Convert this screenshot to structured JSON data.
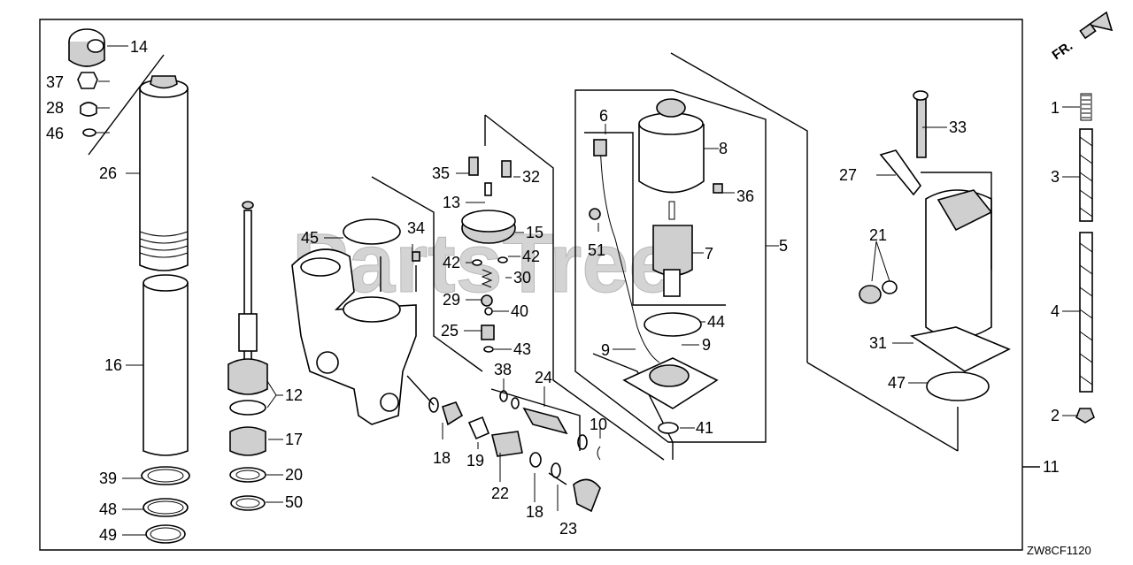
{
  "diagram_code": "ZW8CF1120",
  "direction_label": "FR.",
  "watermark": "PartsTree",
  "callouts": [
    {
      "id": "c14",
      "text": "14"
    },
    {
      "id": "c37",
      "text": "37"
    },
    {
      "id": "c28",
      "text": "28"
    },
    {
      "id": "c46",
      "text": "46"
    },
    {
      "id": "c26",
      "text": "26"
    },
    {
      "id": "c16",
      "text": "16"
    },
    {
      "id": "c39",
      "text": "39"
    },
    {
      "id": "c48",
      "text": "48"
    },
    {
      "id": "c49",
      "text": "49"
    },
    {
      "id": "c12",
      "text": "12"
    },
    {
      "id": "c17",
      "text": "17"
    },
    {
      "id": "c20",
      "text": "20"
    },
    {
      "id": "c50",
      "text": "50"
    },
    {
      "id": "c45",
      "text": "45"
    },
    {
      "id": "c34",
      "text": "34"
    },
    {
      "id": "c35",
      "text": "35"
    },
    {
      "id": "c32",
      "text": "32"
    },
    {
      "id": "c13",
      "text": "13"
    },
    {
      "id": "c15",
      "text": "15"
    },
    {
      "id": "c42a",
      "text": "42"
    },
    {
      "id": "c42b",
      "text": "42"
    },
    {
      "id": "c30",
      "text": "30"
    },
    {
      "id": "c29",
      "text": "29"
    },
    {
      "id": "c40",
      "text": "40"
    },
    {
      "id": "c25",
      "text": "25"
    },
    {
      "id": "c43",
      "text": "43"
    },
    {
      "id": "c38",
      "text": "38"
    },
    {
      "id": "c24",
      "text": "24"
    },
    {
      "id": "c10",
      "text": "10"
    },
    {
      "id": "c18a",
      "text": "18"
    },
    {
      "id": "c19",
      "text": "19"
    },
    {
      "id": "c22",
      "text": "22"
    },
    {
      "id": "c18b",
      "text": "18"
    },
    {
      "id": "c23",
      "text": "23"
    },
    {
      "id": "c6",
      "text": "6"
    },
    {
      "id": "c8",
      "text": "8"
    },
    {
      "id": "c36",
      "text": "36"
    },
    {
      "id": "c51",
      "text": "51"
    },
    {
      "id": "c7",
      "text": "7"
    },
    {
      "id": "c5",
      "text": "5"
    },
    {
      "id": "c44",
      "text": "44"
    },
    {
      "id": "c9a",
      "text": "9"
    },
    {
      "id": "c9b",
      "text": "9"
    },
    {
      "id": "c41",
      "text": "41"
    },
    {
      "id": "c33",
      "text": "33"
    },
    {
      "id": "c27",
      "text": "27"
    },
    {
      "id": "c21",
      "text": "21"
    },
    {
      "id": "c31",
      "text": "31"
    },
    {
      "id": "c47",
      "text": "47"
    },
    {
      "id": "c1",
      "text": "1"
    },
    {
      "id": "c3",
      "text": "3"
    },
    {
      "id": "c4",
      "text": "4"
    },
    {
      "id": "c2",
      "text": "2"
    },
    {
      "id": "c11",
      "text": "11"
    }
  ]
}
